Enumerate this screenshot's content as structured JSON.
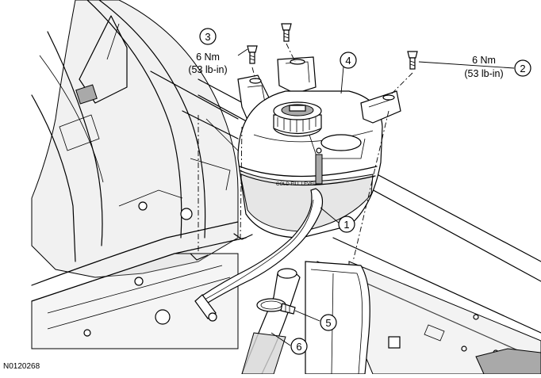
{
  "figure_id": "N0120268",
  "callouts": [
    {
      "number": "1"
    },
    {
      "number": "2"
    },
    {
      "number": "3"
    },
    {
      "number": "4"
    },
    {
      "number": "5"
    },
    {
      "number": "6"
    }
  ],
  "torque_specs": [
    {
      "callout": "3",
      "metric": "6 Nm",
      "imperial": "(53 lb-in)"
    },
    {
      "callout": "2",
      "metric": "6 Nm",
      "imperial": "(53 lb-in)"
    }
  ],
  "tank_marking": "COLD FILL LEVEL"
}
